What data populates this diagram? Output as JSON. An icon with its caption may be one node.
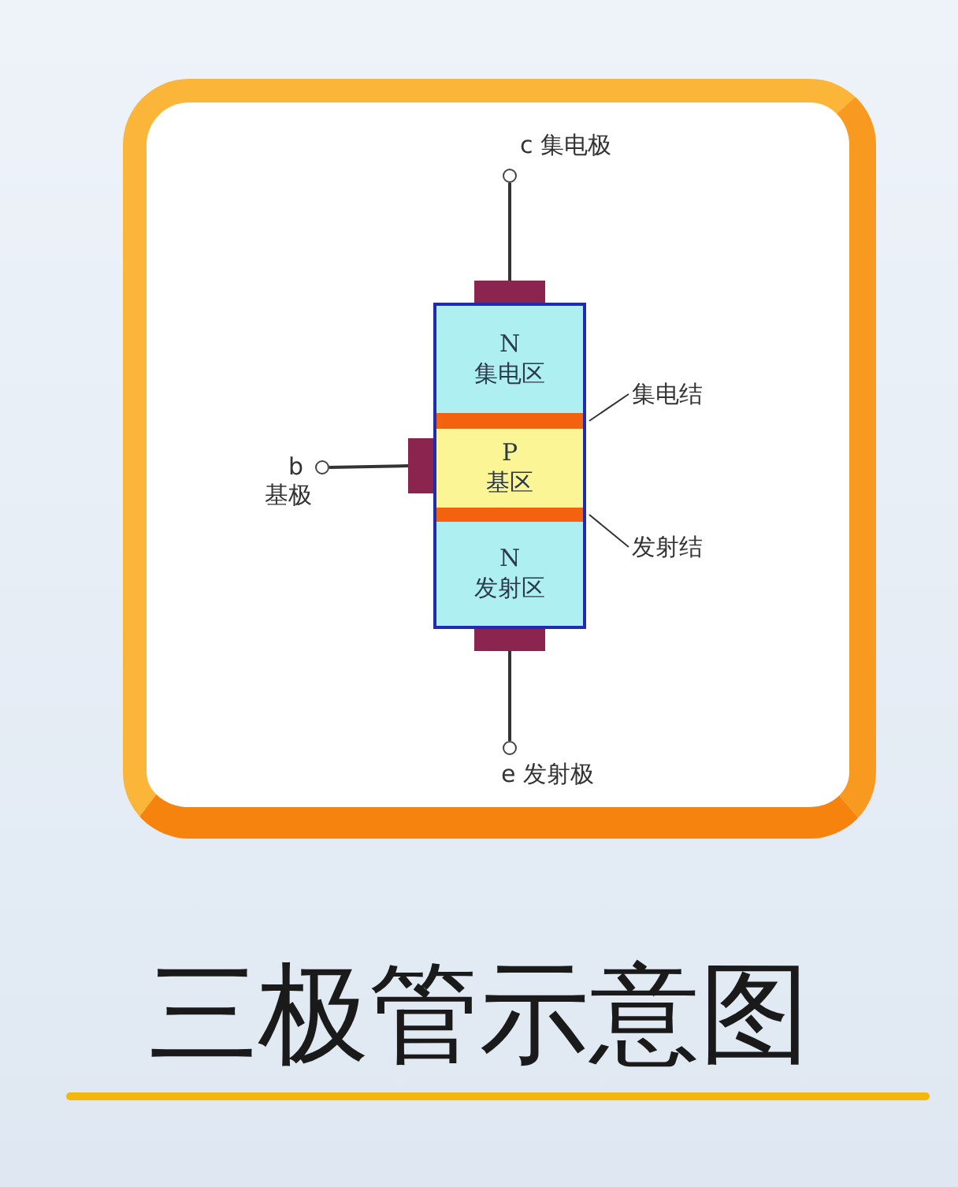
{
  "diagram": {
    "title": "三极管示意图",
    "nodes": [
      {
        "text": [],
        "shape": "circle",
        "beside": [
          "c 集电极"
        ]
      },
      {
        "text": [],
        "shape": "bar"
      },
      {
        "text": [
          "N",
          "集电区"
        ]
      },
      {
        "text": [
          "集电结"
        ]
      },
      {
        "text": [],
        "shape": "bar"
      },
      {
        "text": [],
        "shape": "circle",
        "beside": [
          "b",
          "基极"
        ]
      },
      {
        "text": [],
        "shape": "bar"
      },
      {
        "text": [
          "P",
          "基区"
        ]
      },
      {
        "text": [],
        "shape": "bar"
      },
      {
        "text": [
          "发射结"
        ]
      },
      {
        "text": [
          "N",
          "发射区"
        ]
      },
      {
        "text": [],
        "shape": "bar"
      },
      {
        "text": [],
        "shape": "circle",
        "beside": [
          "e 发射极"
        ]
      }
    ],
    "edges": [
      {
        "from": 0,
        "to": 1,
        "arrow": "none"
      },
      {
        "from": 5,
        "to": 6,
        "arrow": "none"
      },
      {
        "from": 12,
        "to": 11,
        "arrow": "none"
      },
      {
        "from": 3,
        "to": 4,
        "arrow": "none"
      },
      {
        "from": 9,
        "to": 8,
        "arrow": "none"
      }
    ]
  }
}
